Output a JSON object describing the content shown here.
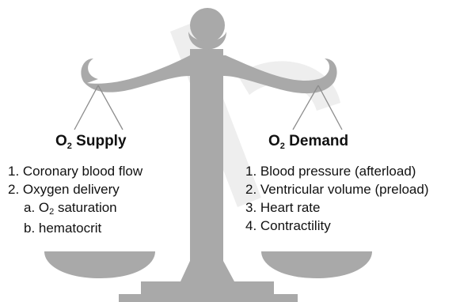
{
  "supply": {
    "heading_prefix": "O",
    "heading_sub": "2",
    "heading_suffix": " Supply",
    "items": [
      "1. Coronary blood flow",
      "2. Oxygen delivery"
    ],
    "subitem_a_prefix": "a. O",
    "subitem_a_sub": "2",
    "subitem_a_suffix": " saturation",
    "subitem_b": "b. hematocrit"
  },
  "demand": {
    "heading_prefix": "O",
    "heading_sub": "2",
    "heading_suffix": " Demand",
    "items": [
      "1. Blood pressure (afterload)",
      "2. Ventricular volume (preload)",
      "3. Heart rate",
      "4. Contractility"
    ]
  },
  "colors": {
    "scale_fill": "#a9a9a9",
    "scale_light": "#c8c8c8",
    "watermark": "#e6e6e6"
  }
}
